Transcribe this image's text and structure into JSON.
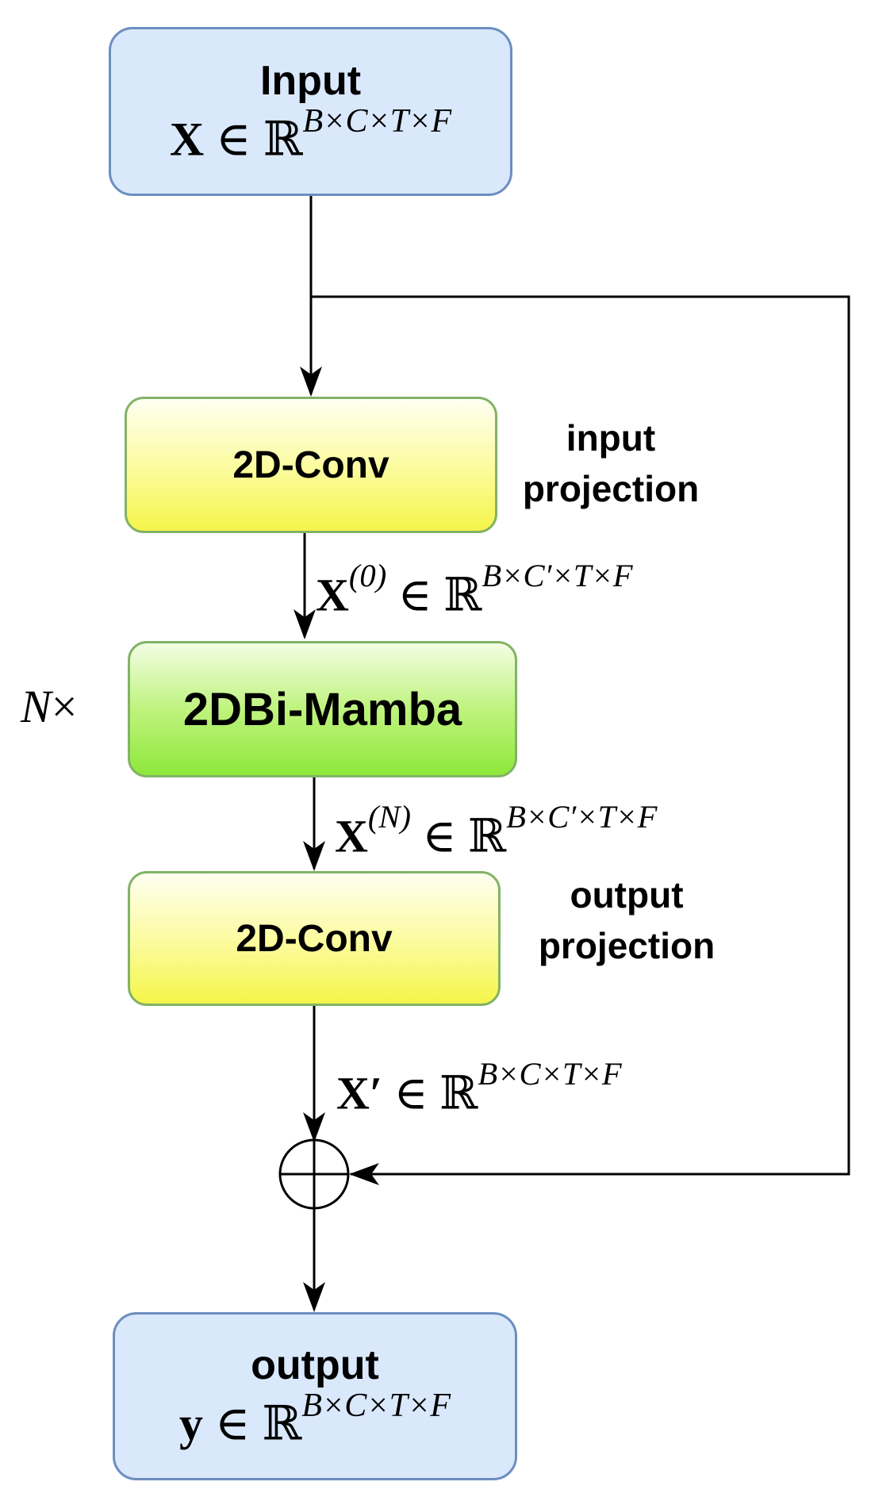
{
  "nodes": {
    "input": {
      "title": "Input",
      "var": "X",
      "set": "ℝ",
      "dims": "B×C×T×F"
    },
    "conv_in": {
      "label": "2D-Conv"
    },
    "mamba": {
      "label": "2DBi-Mamba",
      "repeat_var": "N",
      "repeat_sym": "×"
    },
    "conv_out": {
      "label": "2D-Conv"
    },
    "output": {
      "title": "output",
      "var": "y",
      "set": "ℝ",
      "dims": "B×C×T×F"
    }
  },
  "annotations": {
    "input_projection": {
      "line1": "input",
      "line2": "projection"
    },
    "output_projection": {
      "line1": "output",
      "line2": "projection"
    }
  },
  "edges": {
    "x0": {
      "var": "X",
      "sup": "(0)",
      "elem": "∈",
      "set": "ℝ",
      "dims": "B×C′×T×F"
    },
    "xn": {
      "var": "X",
      "sup": "(N)",
      "elem": "∈",
      "set": "ℝ",
      "dims": "B×C′×T×F"
    },
    "xprime": {
      "var": "X′",
      "elem": "∈",
      "set": "ℝ",
      "dims": "B×C×T×F"
    }
  },
  "symbols": {
    "elem": "∈",
    "sum_node": "⊕"
  }
}
